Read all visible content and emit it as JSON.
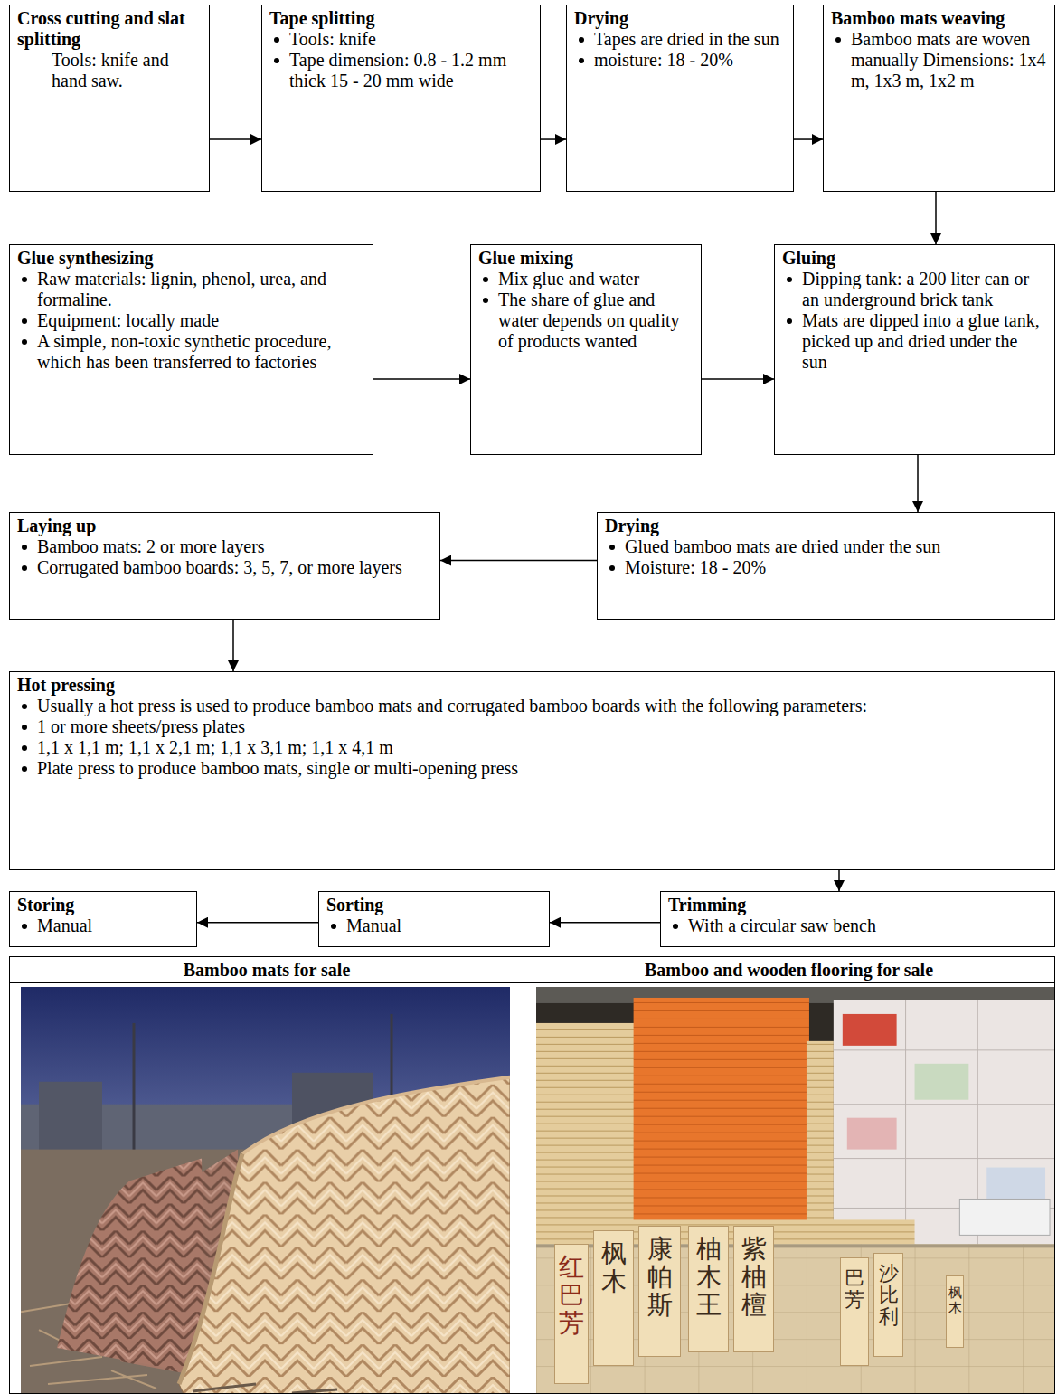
{
  "diagram": {
    "nodes": [
      {
        "text": [
          "Cross cutting and slat splitting",
          "Tools: knife and hand saw."
        ]
      },
      {
        "text": [
          "Tape splitting",
          "Tools: knife",
          "Tape dimension: 0.8 - 1.2 mm thick 15 - 20 mm wide"
        ]
      },
      {
        "text": [
          "Drying",
          "Tapes are dried in the sun",
          "moisture: 18 - 20%"
        ]
      },
      {
        "text": [
          "Bamboo mats weaving",
          "Bamboo mats are woven manually Dimensions: 1x4 m, 1x3 m, 1x2 m"
        ]
      },
      {
        "text": [
          "Glue synthesizing",
          "Raw materials: lignin, phenol, urea, and formaline.",
          "Equipment: locally made",
          "A simple, non-toxic synthetic procedure, which has been transferred to factories"
        ]
      },
      {
        "text": [
          "Glue mixing",
          "Mix glue and water",
          "The share of glue and water depends on quality of products wanted"
        ]
      },
      {
        "text": [
          "Gluing",
          "Dipping tank: a 200 liter can or an underground brick tank",
          "Mats are dipped into a glue tank, picked up and dried under the sun"
        ]
      },
      {
        "text": [
          "Laying up",
          "Bamboo mats: 2 or more layers",
          "Corrugated bamboo boards: 3, 5, 7, or more layers"
        ]
      },
      {
        "text": [
          "Drying",
          "Glued bamboo mats are dried under the sun",
          "Moisture: 18 - 20%"
        ]
      },
      {
        "text": [
          "Hot pressing",
          "Usually a hot press is used to produce bamboo mats and corrugated bamboo boards with the following parameters:",
          "1 or more sheets/press plates",
          "1,1 x 1,1 m; 1,1 x 2,1 m; 1,1 x 3,1 m; 1,1 x 4,1 m",
          "Plate press to produce bamboo mats, single or multi-opening press"
        ]
      },
      {
        "text": [
          "Storing",
          "Manual"
        ]
      },
      {
        "text": [
          "Sorting",
          "Manual"
        ]
      },
      {
        "text": [
          "Trimming",
          "With a circular saw bench"
        ]
      }
    ],
    "edges": [
      {
        "from": 0,
        "to": 1,
        "arrow": "to"
      },
      {
        "from": 1,
        "to": 2,
        "arrow": "to"
      },
      {
        "from": 2,
        "to": 3,
        "arrow": "to"
      },
      {
        "from": 3,
        "to": 6,
        "arrow": "to"
      },
      {
        "from": 4,
        "to": 5,
        "arrow": "to"
      },
      {
        "from": 5,
        "to": 6,
        "arrow": "to"
      },
      {
        "from": 6,
        "to": 8,
        "arrow": "to"
      },
      {
        "from": 8,
        "to": 7,
        "arrow": "to"
      },
      {
        "from": 7,
        "to": 9,
        "arrow": "to"
      },
      {
        "from": 9,
        "to": 12,
        "arrow": "to"
      },
      {
        "from": 12,
        "to": 11,
        "arrow": "to"
      },
      {
        "from": 11,
        "to": 10,
        "arrow": "to"
      }
    ],
    "labels": [
      "Bamboo mats for sale",
      "Bamboo and wooden flooring for sale",
      "红巴芳",
      "枫木",
      "康帕斯",
      "柚木王",
      "紫柚檀",
      "巴芳",
      "沙比利",
      "枫木"
    ]
  }
}
